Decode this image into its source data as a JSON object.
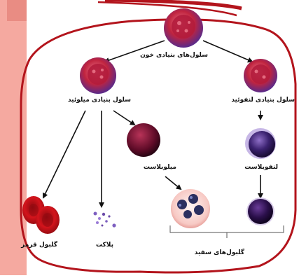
{
  "labels": {
    "hsc": "سلول‌های بنیادی خون",
    "myeloid_stem": "سلول بنیادی میلوئید",
    "lymphoid_stem": "سلول بنیادی لنفوئید",
    "myeloblast": "میلوبلاست",
    "lymphoblast": "لنفوبلاست",
    "red_cells": "گلبول قرمز",
    "platelets": "پلاکت",
    "white_cells": "گلبول‌های سفید"
  },
  "colors": {
    "frame_red": "#b3141c",
    "side_panel": "#f5a9a0",
    "stem_cell": "#b21c3c",
    "myeloblast": "#6a0f2c",
    "lymphocyte": "#2f1b58",
    "red_cell": "#c8101a",
    "neutrophil_nucleus": "#2b2f5f"
  }
}
